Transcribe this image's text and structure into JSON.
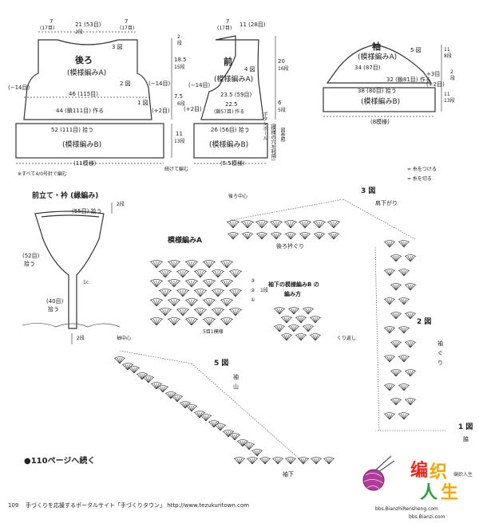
{
  "back": {
    "title": "後ろ",
    "pattern": "(模様編みA)",
    "label_3zu": "3 図",
    "label_2zu": "2 図",
    "label_1zu": "1 図",
    "top_neck": "21 (53目)",
    "top_left_w": "7",
    "top_left_st": "(17目)",
    "top_right_w": "7",
    "top_right_st": "(17目)",
    "shoulder_rows": "2段",
    "chest": "46 (115目)",
    "hem_w": "44 (鎖111目) 作る",
    "side_left": "(−14目)",
    "side_right_1": "(−14目)",
    "side_right_2": "(+2目)",
    "band_w": "52 (111目) 拾う",
    "band_pattern": "(模様編みB)",
    "band_total": "(11模様)",
    "all_hook_note": "※すべて4/0号針で編む"
  },
  "front": {
    "title": "前",
    "pattern": "(模様編みA)",
    "label_4zu": "4 図",
    "top_w": "7",
    "top_st": "(17目)",
    "neck_w": "11 (28目)",
    "w_59": "23.5 (59目)",
    "hem_w": "22.5",
    "hem_st": "(鎖57目) 作る",
    "side_left": "(−14目)",
    "side_right": "(+2目)",
    "band_w": "26 (56目) 拾う",
    "band_pattern": "(模様編みB)",
    "band_total": "(5.5模様)",
    "continue_note": "続けて編む",
    "center_note_1": "ボタンホール",
    "center_note_2": "(模様の穴を利用)",
    "see_note": "図参照"
  },
  "back_dims": {
    "d1": "2",
    "d1s": "段",
    "d2": "18.5",
    "d2s": "15段",
    "d3": "7.5",
    "d3s": "6段",
    "d4": "11",
    "d4s": "13段"
  },
  "front_dims": {
    "d1": "20",
    "d1s": "16段",
    "d2": "6",
    "d2s": "5段"
  },
  "sleeve": {
    "title": "袖",
    "pattern_a": "(模様編みA)",
    "label_5zu": "5 図",
    "w_87": "34 (87目)",
    "w_81": "32 (鎖81目) 作る",
    "right_1": "+3目",
    "right_2": "(+2目)",
    "band_pattern": "(模様編みB)",
    "band_total": "(8模様)",
    "h1": "11",
    "h1s": "8段",
    "h2": "2",
    "h2s": "段",
    "h3": "11",
    "h3s": "13段"
  },
  "legend": {
    "attach": "= 糸をつける",
    "cut": "= 糸を切る"
  },
  "placket": {
    "title": "前立て・衿 (縁編み)",
    "pick_55": "(55目) 拾う",
    "rows_2": "2段",
    "left_52": "(52目)",
    "left_52b": "拾う",
    "mark_1c": "1c",
    "left_40": "(40目)",
    "left_40b": "拾う",
    "rows_2b": "2段"
  },
  "chart_a": {
    "title": "模様編みA",
    "repeat": "5目1模様",
    "r3": "③",
    "r2": "②",
    "r1": "①",
    "rows_note": "1段"
  },
  "chart_b": {
    "title1": "袖下の模様編みB の",
    "title2": "編み方",
    "repeat_note": "くり返し"
  },
  "fig3": {
    "label": "3 図",
    "back_center": "後ろ中心",
    "shoulder": "肩下がり",
    "back_neck": "後ろ衿ぐり"
  },
  "fig2": {
    "label": "2 図",
    "armhole_1": "袖",
    "armhole_2": "ぐ",
    "armhole_3": "り"
  },
  "fig1": {
    "label": "1 図",
    "side": "脇"
  },
  "fig5": {
    "label": "5 図",
    "sleeve_center": "袖中心",
    "cap_1": "袖",
    "cap_2": "山",
    "underarm": "袖下"
  },
  "footer": {
    "continued": "●110ページへ続く",
    "page_num": "109",
    "portal_text": "手づくりを応援するポータルサイト「手づくりタウン」 http://www.tezukuritown.com",
    "wm_site1": "bbs.BianzhiRensheng.com",
    "wm_site2": "bbs.Bianzi.com",
    "logo_chars": [
      "编",
      "织",
      "人",
      "生"
    ],
    "logo_sub": "编织人生"
  },
  "colors": {
    "ink": "#222222",
    "logo_1": "#e8271b",
    "logo_2": "#f7a600",
    "logo_3": "#2aa33b",
    "logo_4": "#f7a600",
    "yarn_ball": "#b33a9a"
  }
}
